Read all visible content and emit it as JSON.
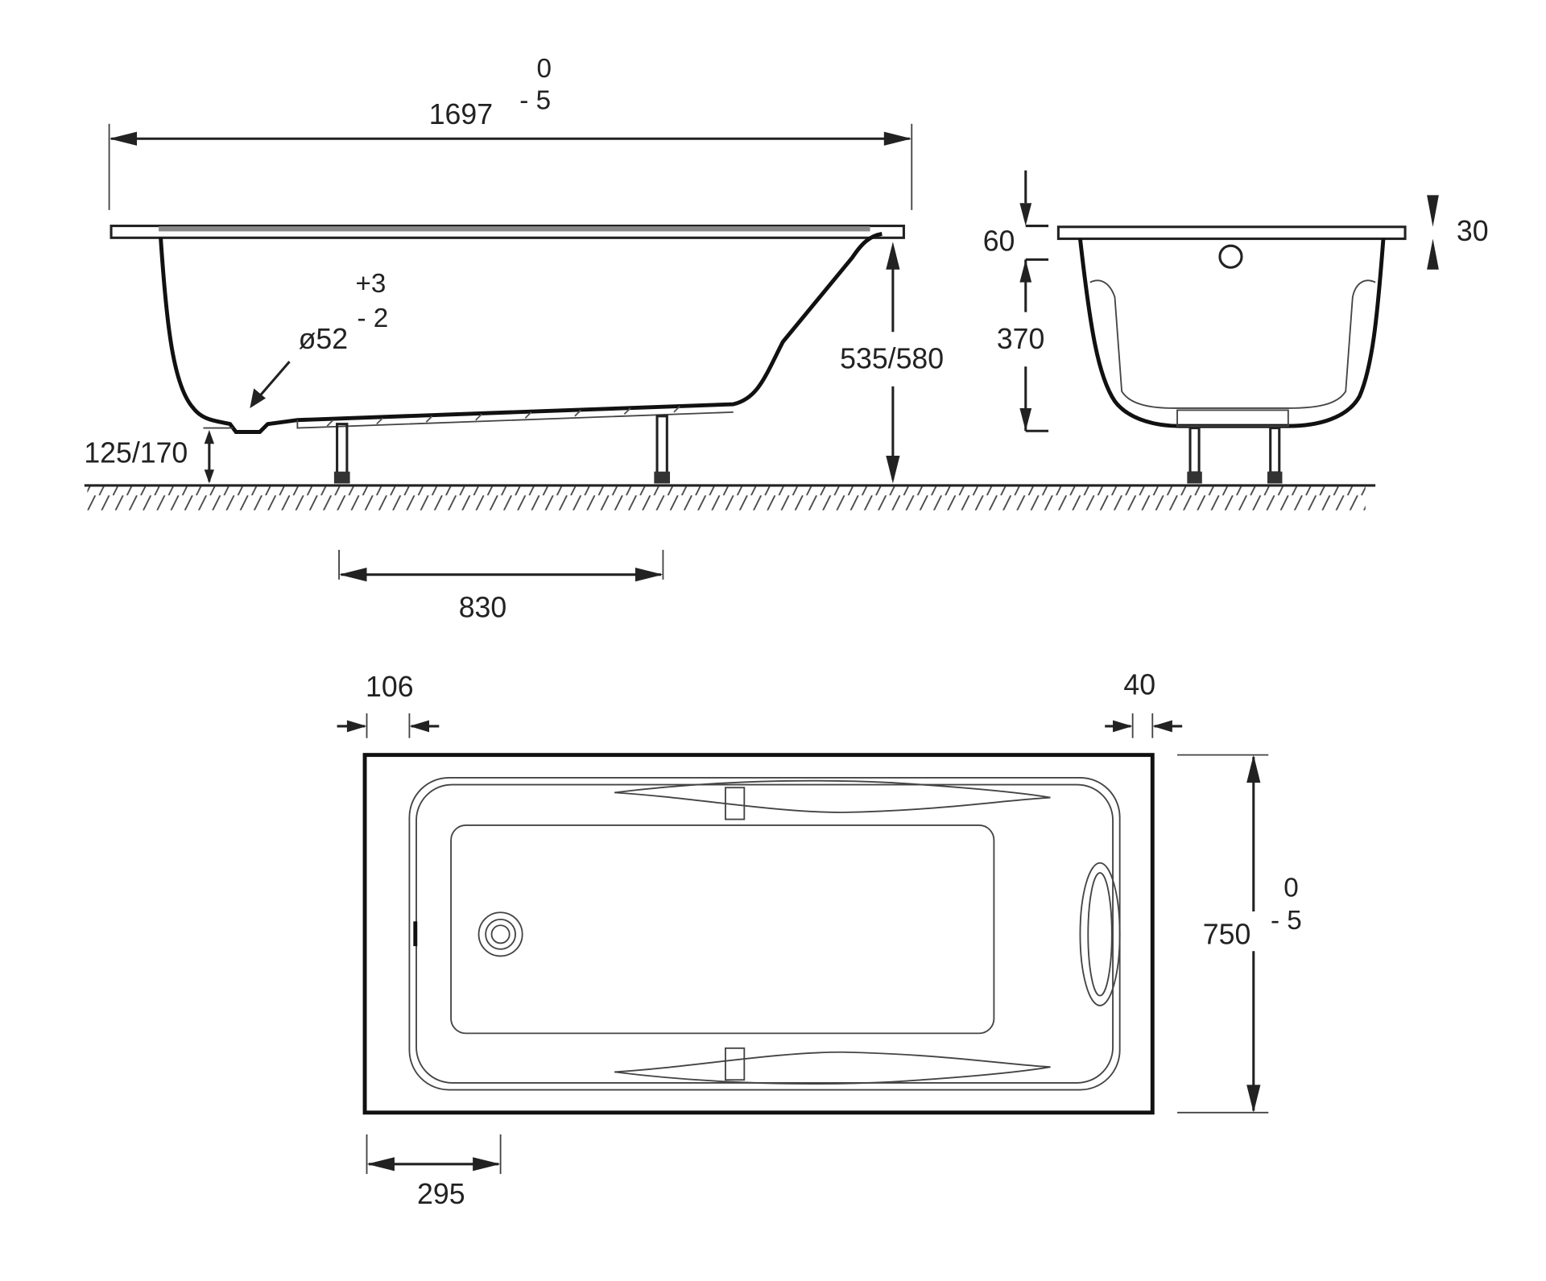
{
  "side_view": {
    "length": "1697",
    "length_tol_upper": "0",
    "length_tol_lower": "- 5",
    "height": "535/580",
    "drain_height": "125/170",
    "drain_diameter": "ø52",
    "drain_tol_upper": "+3",
    "drain_tol_lower": "- 2",
    "leg_spacing": "830"
  },
  "end_view": {
    "rim_offset": "60",
    "rim_thickness": "30",
    "depth": "370"
  },
  "plan_view": {
    "drain_offset": "106",
    "edge_offset": "40",
    "width": "750",
    "width_tol_upper": "0",
    "width_tol_lower": "- 5",
    "drain_center": "295"
  }
}
